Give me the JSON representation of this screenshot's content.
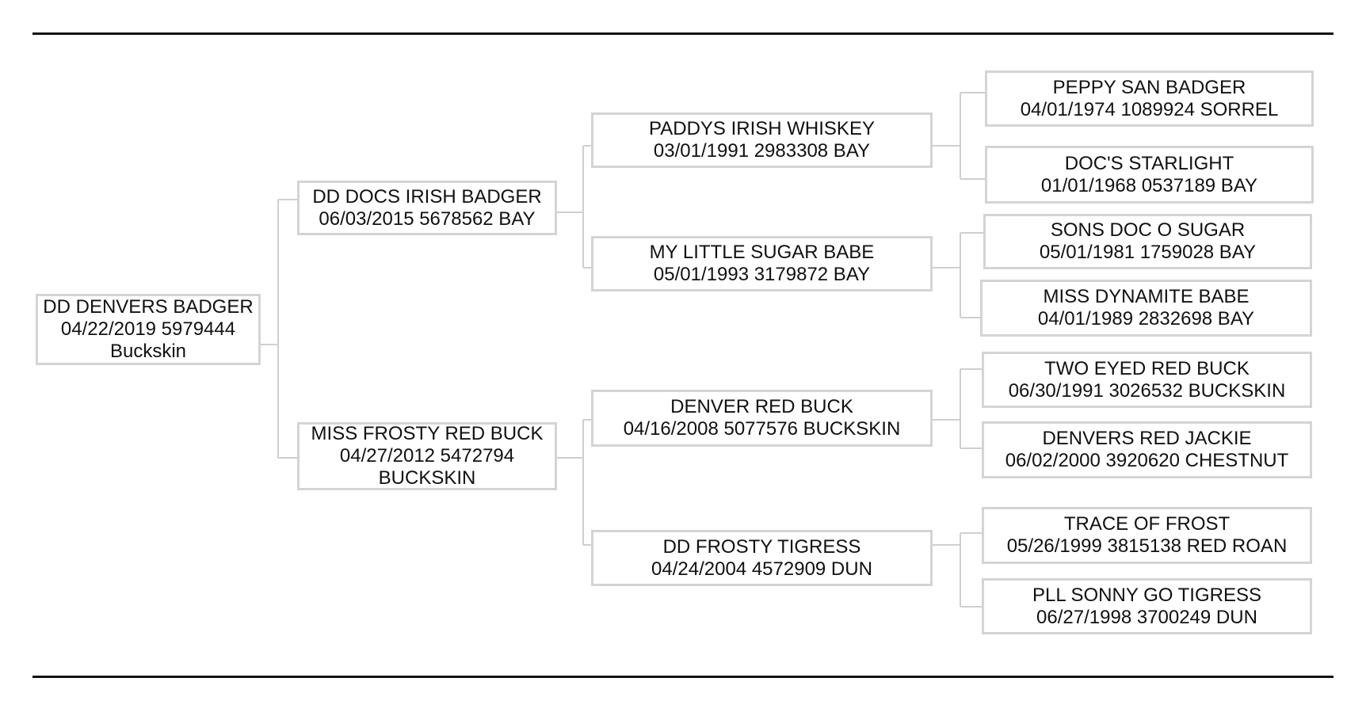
{
  "pedigree": {
    "subject": {
      "name": "DD DENVERS BADGER",
      "line2": "04/22/2019 5979444",
      "line3": "Buckskin"
    },
    "sire": {
      "name": "DD DOCS IRISH BADGER",
      "line2": "06/03/2015 5678562 BAY"
    },
    "dam": {
      "name": "MISS FROSTY RED BUCK",
      "line2": "04/27/2012 5472794",
      "line3": "BUCKSKIN"
    },
    "sire_sire": {
      "name": "PADDYS IRISH WHISKEY",
      "line2": "03/01/1991 2983308 BAY"
    },
    "sire_dam": {
      "name": "MY LITTLE SUGAR BABE",
      "line2": "05/01/1993 3179872 BAY"
    },
    "dam_sire": {
      "name": "DENVER RED BUCK",
      "line2": "04/16/2008 5077576 BUCKSKIN"
    },
    "dam_dam": {
      "name": "DD FROSTY TIGRESS",
      "line2": "04/24/2004 4572909 DUN"
    },
    "g3": [
      {
        "name": "PEPPY SAN BADGER",
        "line2": "04/01/1974 1089924 SORREL"
      },
      {
        "name": "DOC'S STARLIGHT",
        "line2": "01/01/1968 0537189 BAY"
      },
      {
        "name": "SONS DOC O SUGAR",
        "line2": "05/01/1981 1759028 BAY"
      },
      {
        "name": "MISS DYNAMITE BABE",
        "line2": "04/01/1989 2832698 BAY"
      },
      {
        "name": "TWO EYED RED BUCK",
        "line2": "06/30/1991 3026532 BUCKSKIN"
      },
      {
        "name": "DENVERS RED JACKIE",
        "line2": "06/02/2000 3920620 CHESTNUT"
      },
      {
        "name": "TRACE OF FROST",
        "line2": "05/26/1999 3815138 RED ROAN"
      },
      {
        "name": "PLL SONNY GO TIGRESS",
        "line2": "06/27/1998 3700249 DUN"
      }
    ]
  }
}
